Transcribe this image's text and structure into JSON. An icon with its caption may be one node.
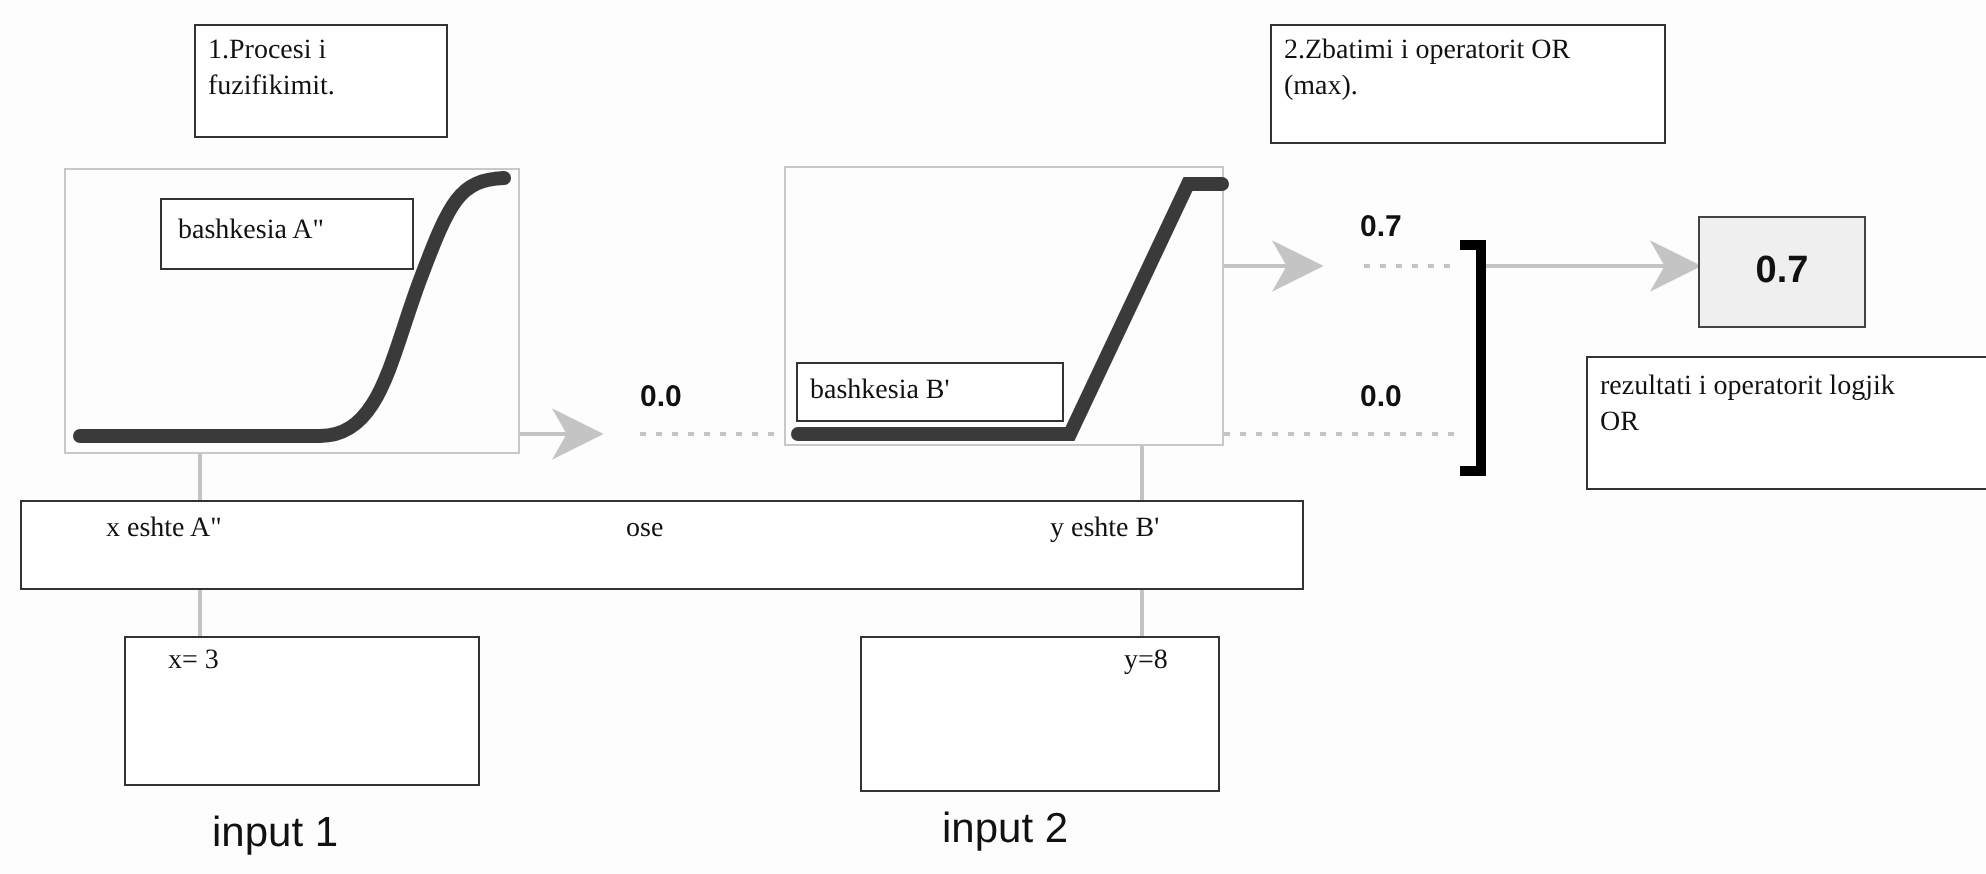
{
  "diagram": {
    "nodes": [
      {
        "text": [
          "1.Procesi i fuzifikimit."
        ]
      },
      {
        "text": [],
        "shape": "box"
      },
      {
        "text": [
          "bashkesia A\""
        ],
        "in": 1
      },
      {
        "text": [
          "2.Zbatimi i operatorit OR (max)."
        ]
      },
      {
        "text": [],
        "shape": "box"
      },
      {
        "text": [
          "bashkesia B'"
        ],
        "in": 4
      },
      {
        "text": [
          "0.7"
        ]
      },
      {
        "text": [
          "rezultati i operatorit logjik OR"
        ]
      },
      {
        "text": [
          "x eshte A\"",
          "ose",
          "y eshte B'"
        ]
      },
      {
        "text": [
          "x= 3"
        ],
        "beside": [
          "input 1"
        ]
      },
      {
        "text": [
          "y=8"
        ],
        "beside": [
          "input 2"
        ]
      },
      {
        "text": [],
        "shape": "bar"
      }
    ],
    "edges": [
      {
        "from": 1,
        "to": null,
        "arrow": "to"
      },
      {
        "from": null,
        "to": 4,
        "arrow": "none",
        "style": "dashed"
      },
      {
        "from": 4,
        "to": 11,
        "arrow": "none",
        "style": "dashed"
      },
      {
        "from": 4,
        "to": null,
        "arrow": "to"
      },
      {
        "from": null,
        "to": 11,
        "arrow": "none",
        "style": "dashed"
      },
      {
        "from": 11,
        "to": 6,
        "arrow": "to"
      },
      {
        "from": 1,
        "to": 8,
        "arrow": "none"
      },
      {
        "from": 8,
        "to": 9,
        "arrow": "none"
      },
      {
        "from": 4,
        "to": 8,
        "arrow": "none"
      },
      {
        "from": 8,
        "to": 10,
        "arrow": "none"
      }
    ],
    "labels": [
      "0.0",
      "0.7",
      "0.0"
    ]
  }
}
